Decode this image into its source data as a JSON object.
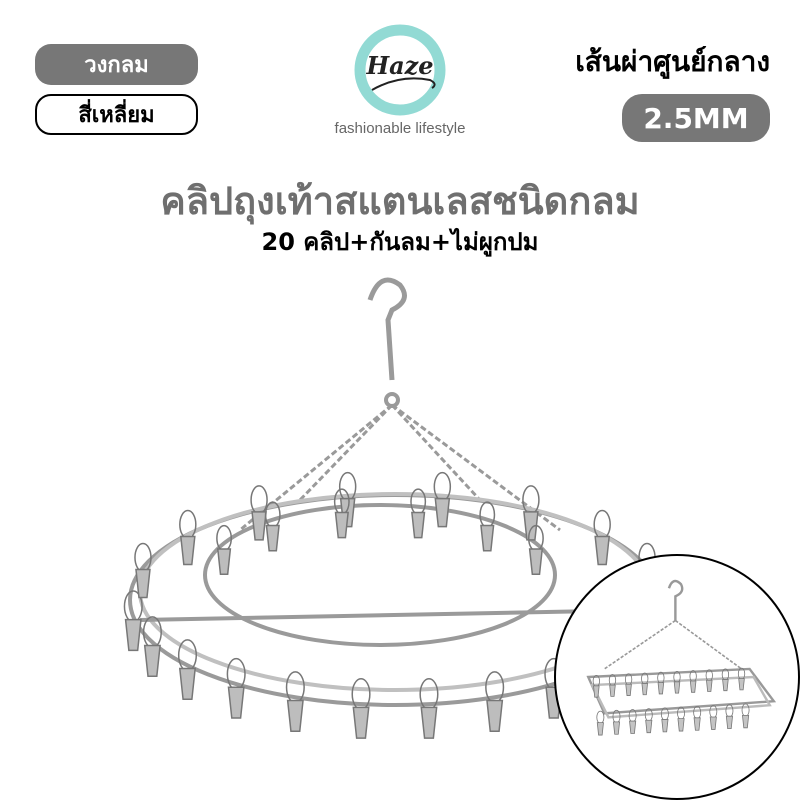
{
  "options": {
    "round_label": "วงกลม",
    "square_label": "สี่เหลี่ยม"
  },
  "brand": {
    "logo_text": "Haze",
    "tagline": "fashionable lifestyle",
    "accent_color": "#7fd3cc"
  },
  "spec": {
    "label": "เส้นผ่าศูนย์กลาง",
    "value": "2.5MM"
  },
  "product": {
    "title": "คลิปถุงเท้าสแตนเลสชนิดกลม",
    "subtitle": "20  คลิป+กันลม+ไม่ผูกปม"
  }
}
